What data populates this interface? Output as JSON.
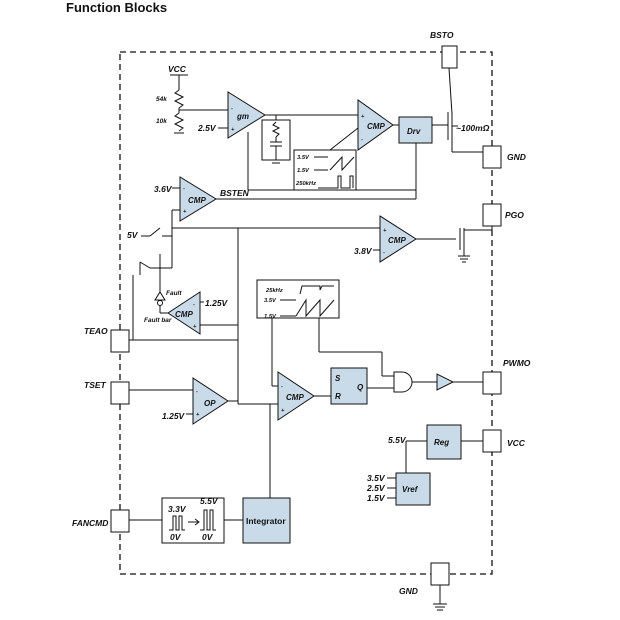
{
  "title": "Function Blocks",
  "pins": {
    "bsto": "BSTO",
    "gnd_top": "GND",
    "pgo": "PGO",
    "pwmo": "PWMO",
    "vcc": "VCC",
    "gnd_bottom": "GND",
    "teao": "TEAO",
    "tset": "TSET",
    "fancmd": "FANCMD"
  },
  "blocks": {
    "gm": "gm",
    "cmp": "CMP",
    "drv": "Drv",
    "op": "OP",
    "reg": "Reg",
    "vref": "Vref",
    "integrator": "Integrator",
    "sr_s": "S",
    "sr_r": "R",
    "sr_q": "Q"
  },
  "labels": {
    "vcc_res": "VCC",
    "r54k": "54k",
    "r10k": "10k",
    "v2_5": "2.5V",
    "rdson": "~100mΩ",
    "v3_6": "3.6V",
    "bsten": "BSTEN",
    "v5": "5V",
    "v3_8": "3.8V",
    "fault": "Fault",
    "fault_bar": "Fault bar",
    "v1_25_cmp": "1.25V",
    "v1_25_op": "1.25V",
    "v5_5_reg": "5.5V",
    "vref_3_5": "3.5V",
    "vref_2_5": "2.5V",
    "vref_1_5": "1.5V",
    "ramp1_hi": "3.5V",
    "ramp1_lo": "1.5V",
    "ramp1_freq": "250kHz",
    "ramp2_freq": "25kHz",
    "ramp2_hi": "3.5V",
    "ramp2_lo": "1.5V",
    "fan_in_hi": "3.3V",
    "fan_in_lo": "0V",
    "fan_out_hi": "5.5V",
    "fan_out_lo": "0V"
  },
  "colors": {
    "block_fill": "#c9dbe9",
    "line": "#111111"
  }
}
